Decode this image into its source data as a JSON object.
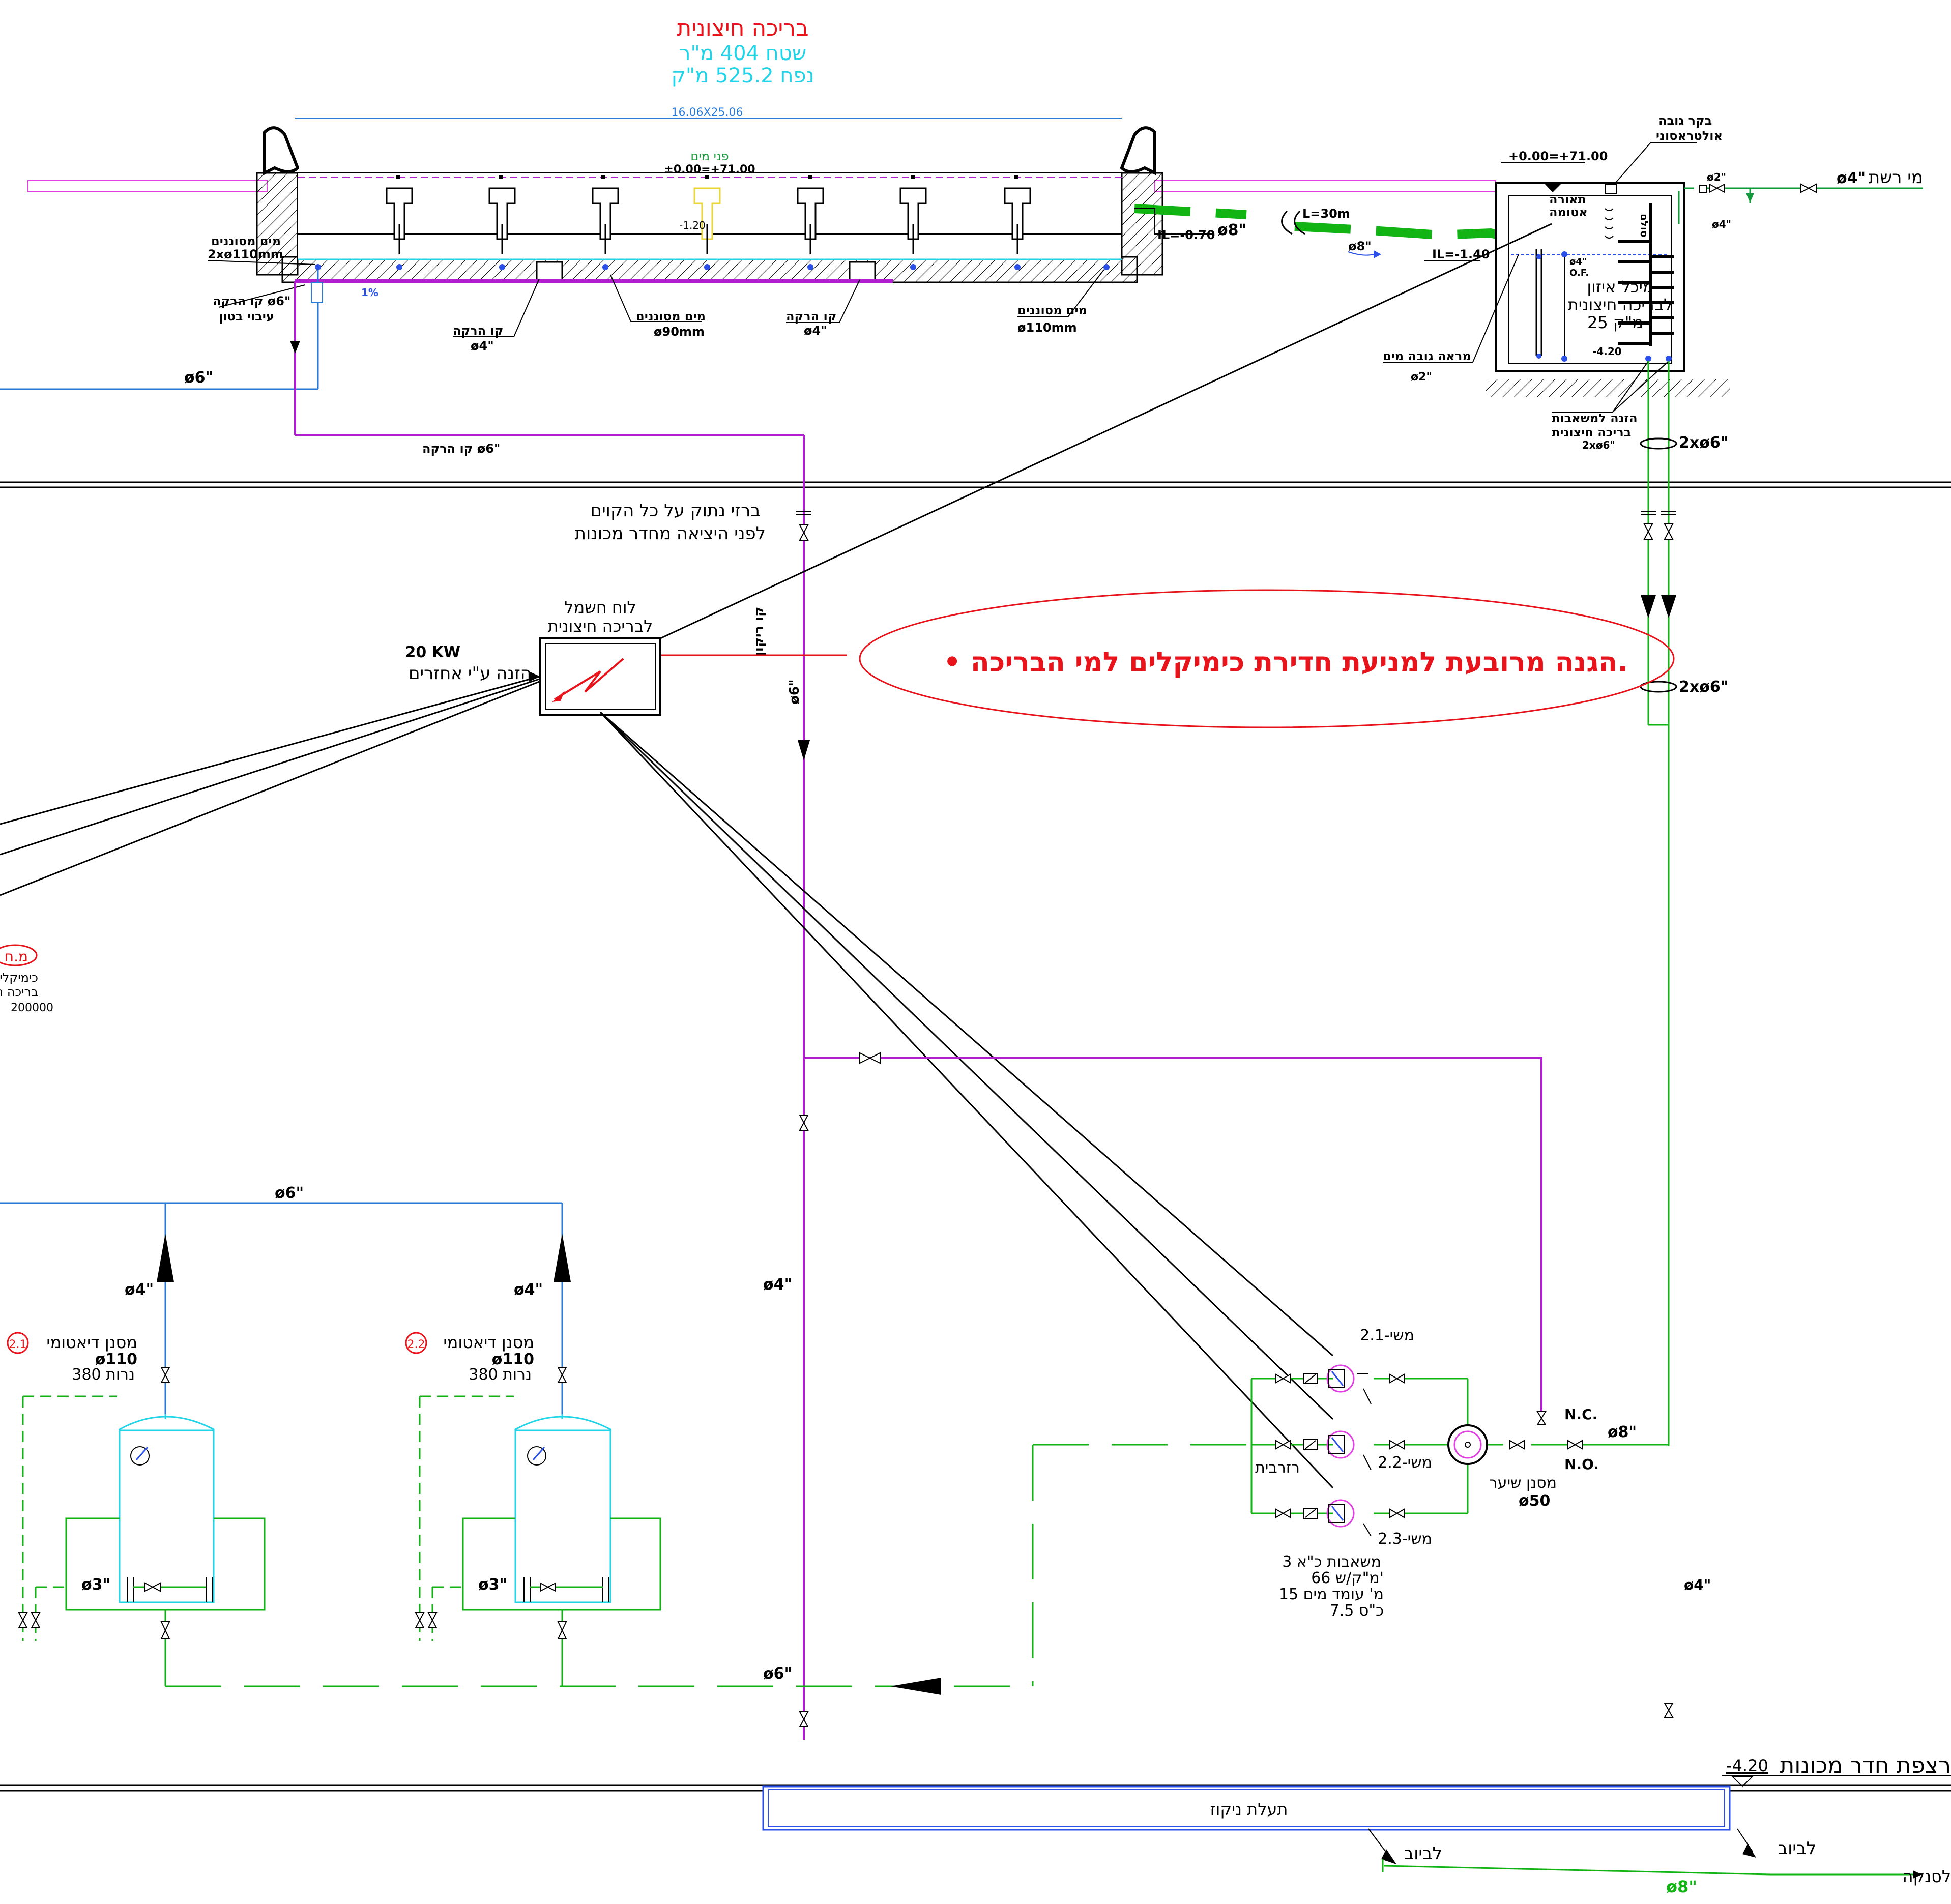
{
  "colors": {
    "red": "#e8141c",
    "cyan": "#22d4e8",
    "magenta": "#b01ed0",
    "green": "#12b414",
    "darkgreen": "#119a3a",
    "blue": "#2b7bd8",
    "black": "#000000"
  },
  "title": {
    "line1": "בריכה חיצונית",
    "line2": "שטח 404 מ\"ר",
    "line3": "נפח 525.2 מ\"ק"
  },
  "pool": {
    "dim_label": "16.06X25.06",
    "water_label": "פני מים",
    "level_label": "±0.00=+71.00",
    "depth_label": "-1.20",
    "filtered_water_left_1": "מים מסוננים",
    "filtered_water_left_2": "2xø110mm",
    "drain_line_left_1": "קו הרקה ø6\"",
    "drain_line_left_2": "עיבוי בטון",
    "slope": "1%",
    "drain_bottom_1": "קו הרקה",
    "drain_bottom_2": "ø4\"",
    "filtered_mid_1": "מים מסוננים",
    "filtered_mid_2": "ø90mm",
    "drain_right_1": "קו הרקה",
    "drain_right_2": "ø4\"",
    "filtered_right_1": "מים מסוננים",
    "filtered_right_2": "ø110mm",
    "il_070": "IL=-0.70",
    "pipe_d8_1": "ø8\"",
    "length": "L=30m",
    "pipe_d8_2": "ø8\"",
    "il_140": "IL=-1.40",
    "pipe_d6_left": "ø6\"",
    "drain_d6_label": "קו הרקה ø6\""
  },
  "balance_tank": {
    "level": "+0.00=+71.00",
    "ultrasonic_1": "בקר גובה",
    "ultrasonic_2": "אולטראסוני",
    "light_1": "תאורה",
    "light_2": "אטומה",
    "ladder_label": "סולם",
    "name_1": "מיכל איזון",
    "name_2": "לבריכה חיצונית",
    "name_3": "25 מ\"ק",
    "of": "O.F.",
    "pipe_4": "ø4\"",
    "bottom_level": "-4.20",
    "gauge_1": "מראה גובה מים",
    "gauge_2": "ø2\"",
    "feed_1": "הזנה למשאבות",
    "feed_2": "בריכה חיצונית",
    "feed_3": "2xø6\"",
    "pipe_2x6_a": "2xø6\"",
    "pipe_2x6_b": "2xø6\"",
    "mains": "מי רשת",
    "mains_pipe": "ø4\"",
    "pipe_2": "ø2\"",
    "pipe_4b": "ø4\""
  },
  "notes": {
    "valve_note_1": "ברזי נתוק על כל הקוים",
    "valve_note_2": "לפני היציאה מחדר מכונות",
    "drain_vertical": "קו ריקון",
    "drain_vertical_size": "ø6\"",
    "emphasis": "• הגנה מרובעת למניעת חדירת כימיקלים למי הבריכה."
  },
  "electrical": {
    "panel_1": "לוח חשמל",
    "panel_2": "לבריכה חיצונית",
    "power": "20 KW",
    "feed": "הזנה ע\"י אחזרים"
  },
  "chem": {
    "tag": "מ.ח",
    "line1": "כימיקלים",
    "line2": "בריכה ח",
    "line3": "200000"
  },
  "filters": {
    "pipe_top": "ø6\"",
    "f1_tag": "2.1",
    "f1_name": "מסנן דיאטומי",
    "f1_size": "ø110",
    "f1_candles": "380 נרות",
    "f1_pipe": "ø4\"",
    "f1_bypass": "ø3\"",
    "f2_tag": "2.2",
    "f2_name": "מסנן דיאטומי",
    "f2_size": "ø110",
    "f2_candles": "380 נרות",
    "f2_pipe": "ø4\"",
    "f2_bypass": "ø3\""
  },
  "pumps": {
    "p1": "משי-2.1",
    "p2": "משי-2.2",
    "p3": "משי-2.3",
    "spare": "רזרבית",
    "strainer_1": "מסנן שיער",
    "strainer_2": "ø50",
    "nc": "N.C.",
    "no": "N.O.",
    "pipe_8": "ø8\"",
    "spec_1": "3 משאבות כ\"א",
    "spec_2": "66 מ\"ק/ש'",
    "spec_3": "15 מ' עומד מים",
    "spec_4": "7.5 כ\"ס"
  },
  "pipes": {
    "mag_4": "ø4\"",
    "mag_6": "ø6\"",
    "green_4": "ø4\""
  },
  "floor": {
    "level": "-4.20",
    "label": "רצפת חדר מכונות",
    "channel": "תעלת ניקוז",
    "to_sewer_1": "לביוב",
    "to_sewer_2": "לביוב",
    "pipe_8": "ø8\"",
    "sump": "לסנקה"
  }
}
